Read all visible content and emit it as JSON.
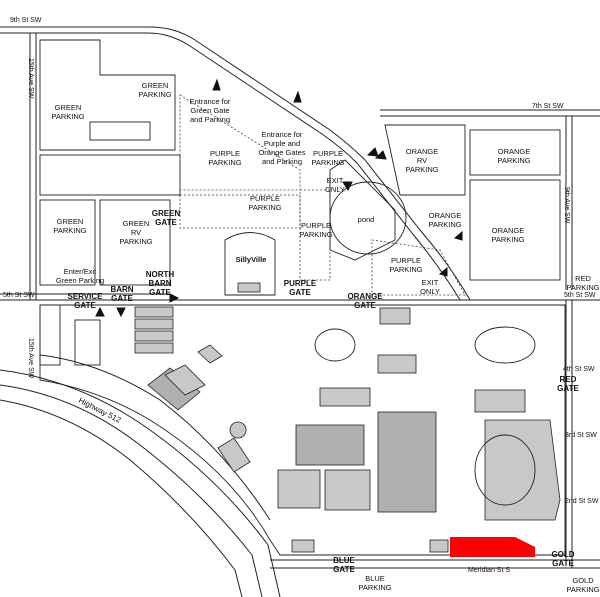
{
  "map": {
    "streets": {
      "ninth_st": "9th St SW",
      "seventh_st": "7th St SW",
      "fifth_st_left": "5th St SW",
      "fifth_st_right": "5th St SW",
      "fourth_st": "4th St SW",
      "third_st": "3rd St SW",
      "second_st": "2nd St SW",
      "meridian": "Meridian St S",
      "fifteenth_ave_top": "15th Ave SW",
      "fifteenth_ave_bottom": "15th Ave SW",
      "ninth_ave": "9th Ave SW",
      "highway": "Highway 512"
    },
    "parking": {
      "green_top": [
        "GREEN",
        "PARKING"
      ],
      "green_left": [
        "GREEN",
        "PARKING"
      ],
      "green_mid": [
        "GREEN",
        "PARKING"
      ],
      "green_rv": [
        "GREEN",
        "RV",
        "PARKING"
      ],
      "purple_top": [
        "PURPLE",
        "PARKING"
      ],
      "purple_right": [
        "PURPLE",
        "PARKING"
      ],
      "purple_center": [
        "PURPLE",
        "PARKING"
      ],
      "purple_small": [
        "PURPLE",
        "PARKING"
      ],
      "purple_lower": [
        "PURPLE",
        "PARKING"
      ],
      "orange_rv": [
        "ORANGE",
        "RV",
        "PARKING"
      ],
      "orange_right_top": [
        "ORANGE",
        "PARKING"
      ],
      "orange_mid": [
        "ORANGE",
        "PARKING"
      ],
      "orange_right": [
        "ORANGE",
        "PARKING"
      ],
      "red": [
        "RED",
        "PARKING"
      ],
      "blue": [
        "BLUE",
        "PARKING"
      ],
      "gold": [
        "GOLD",
        "PARKING"
      ]
    },
    "gates": {
      "green": [
        "GREEN",
        "GATE"
      ],
      "north_barn": [
        "NORTH",
        "BARN",
        "GATE"
      ],
      "purple": [
        "PURPLE",
        "GATE"
      ],
      "orange": [
        "ORANGE",
        "GATE"
      ],
      "service": [
        "SERVICE",
        "GATE"
      ],
      "barn": [
        "BARN",
        "GATE"
      ],
      "red": [
        "RED",
        "GATE"
      ],
      "blue": [
        "BLUE",
        "GATE"
      ],
      "gold": [
        "GOLD",
        "GATE"
      ]
    },
    "notes": {
      "entrance_green": [
        "Entrance for",
        "Green Gate",
        "and Parking"
      ],
      "entrance_purple": [
        "Entrance for",
        "Purple and",
        "Orange Gates",
        "and Parking"
      ],
      "exit_only_top": [
        "EXIT",
        "ONLY"
      ],
      "exit_only_right": [
        "EXIT",
        "ONLY"
      ],
      "enter_exit_green": [
        "Enter/Exit",
        "Green Parking"
      ],
      "pond": "pond",
      "sillyville": "SillyVille"
    },
    "colors": {
      "highlight": "#ff0000",
      "building": "#c8c8c8",
      "ink": "#222222"
    }
  }
}
